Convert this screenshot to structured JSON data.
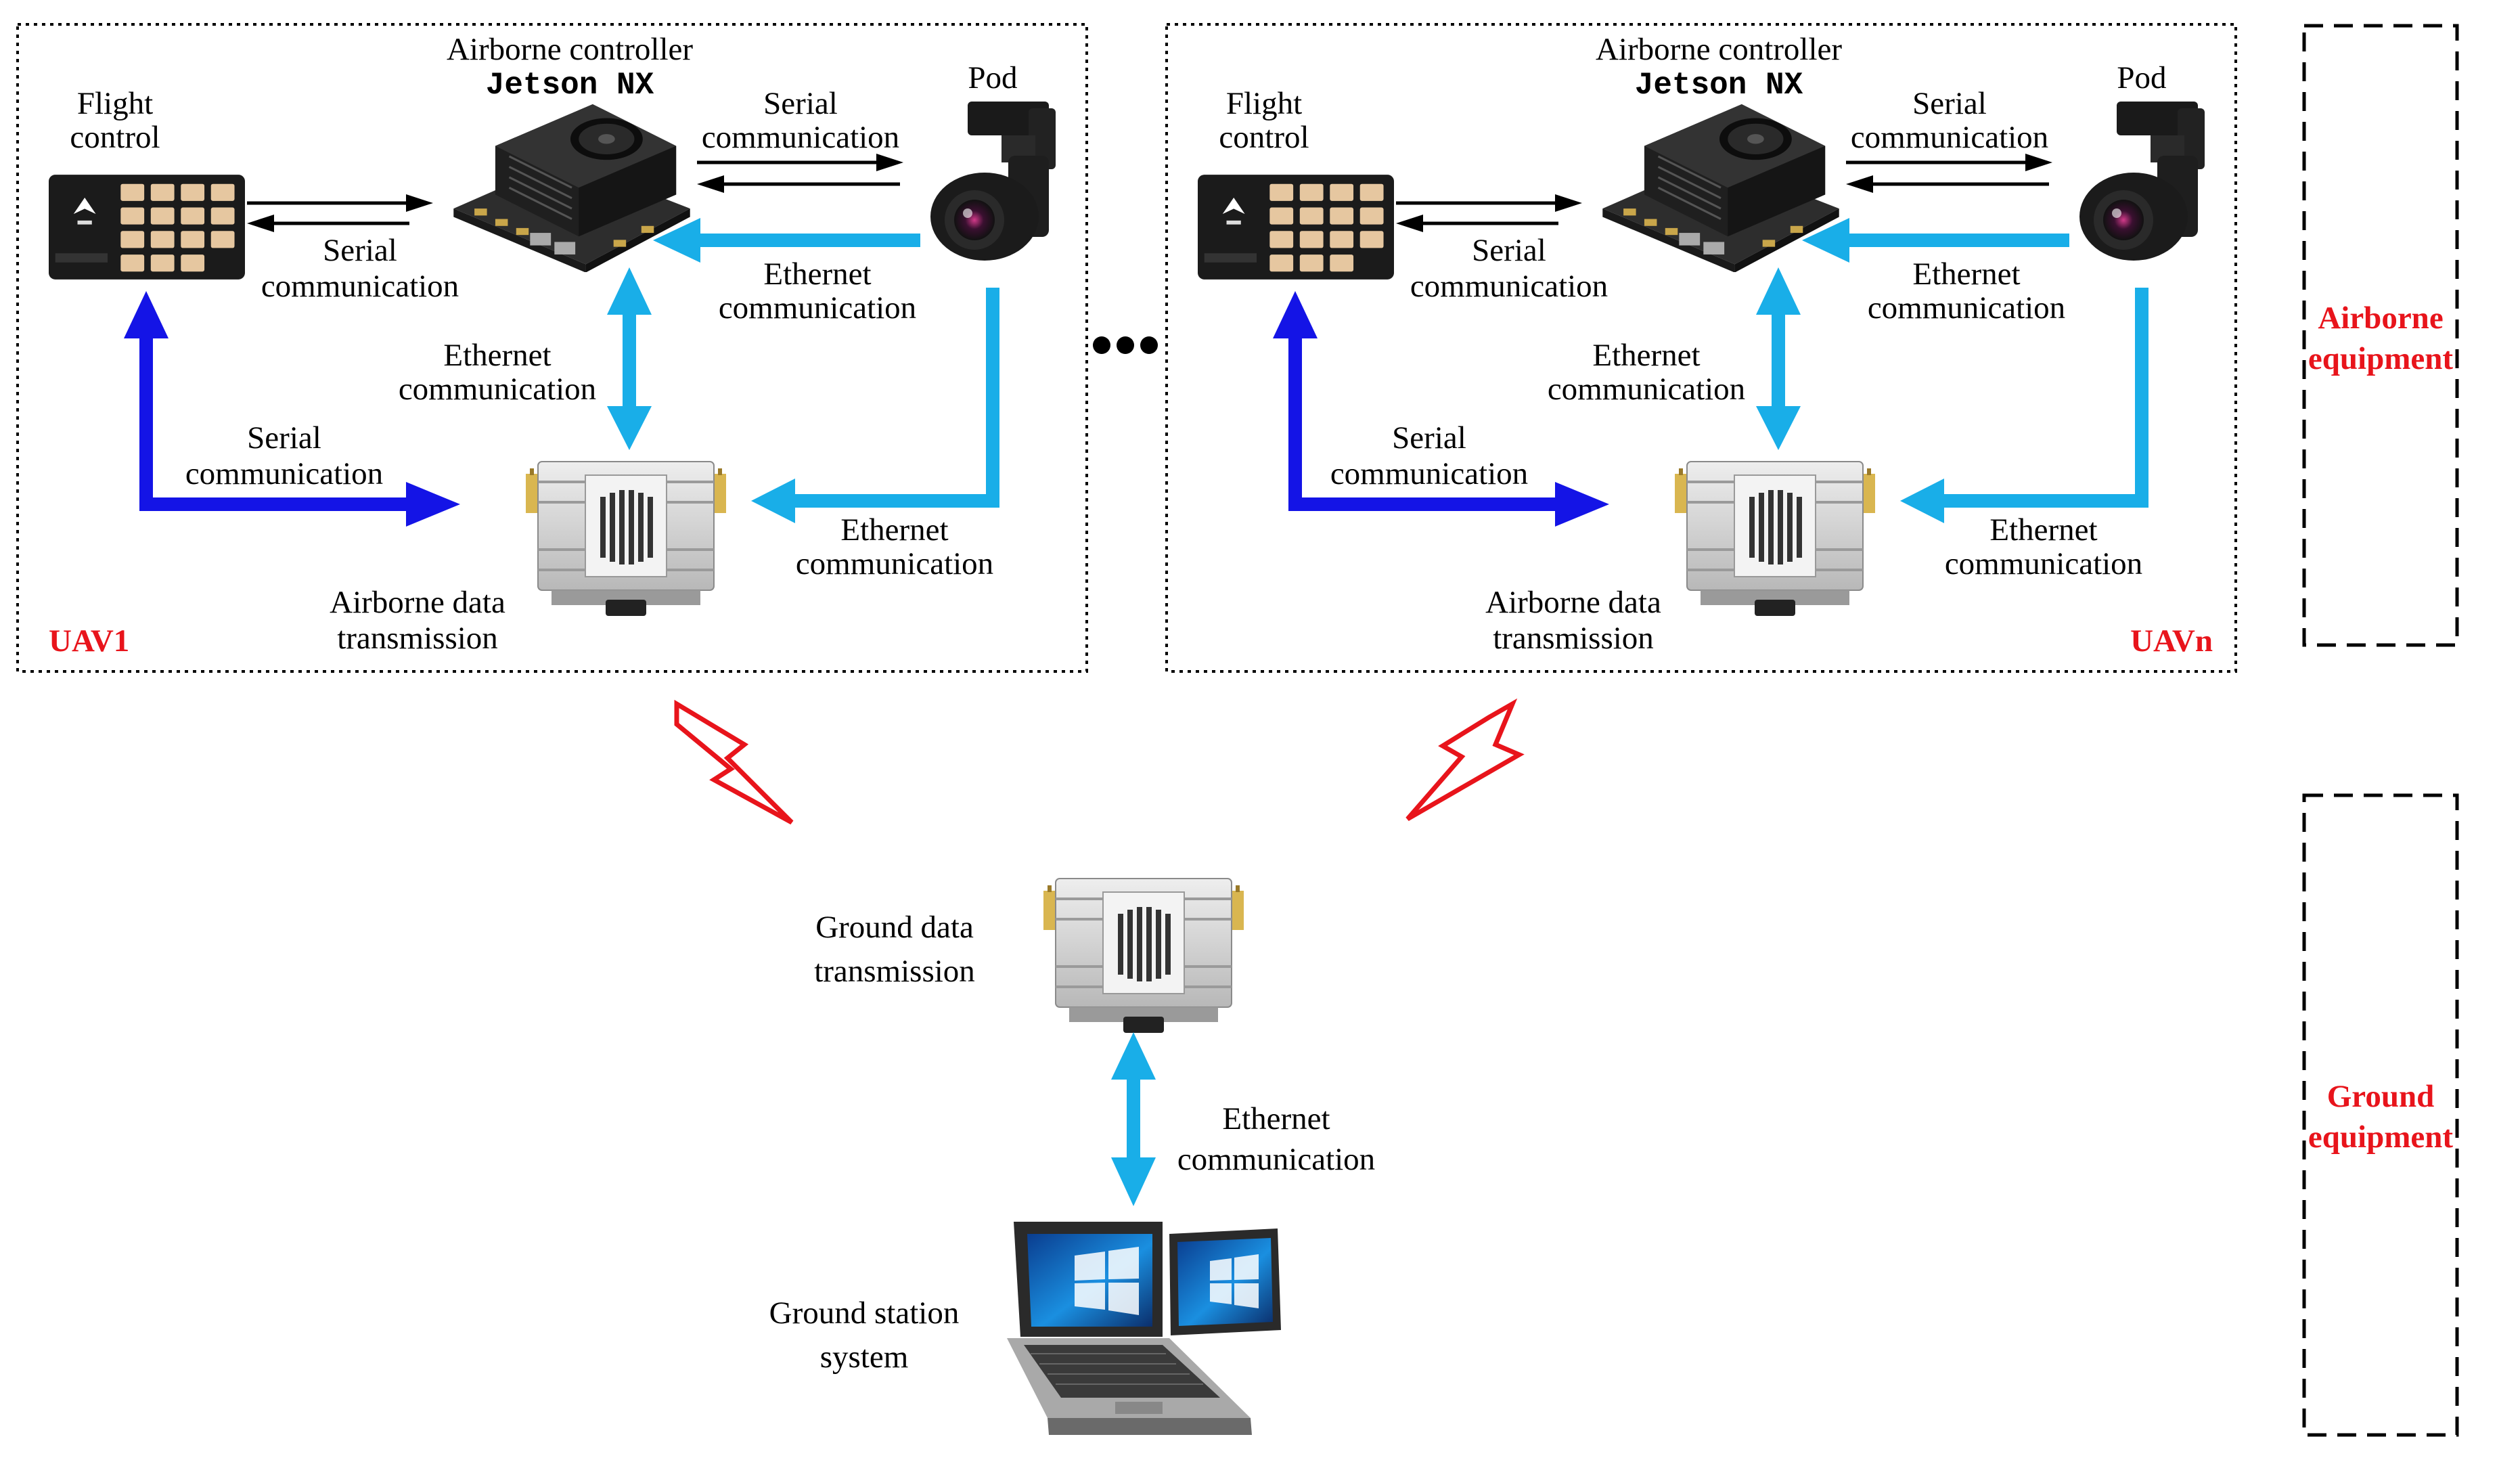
{
  "colors": {
    "serial_dark_blue": "#1414e6",
    "ethernet_light_blue": "#19aee8",
    "label_red": "#e8141b",
    "black_arrow": "#000000",
    "box_border": "#000000"
  },
  "uav1": {
    "name": "UAV1",
    "flight_control": [
      "Flight",
      "control"
    ],
    "controller_title": "Airborne controller",
    "controller_model": "Jetson NX",
    "pod": "Pod",
    "serial_pod": [
      "Serial",
      "communication"
    ],
    "serial_fc": [
      "Serial",
      "communication"
    ],
    "ethernet_pod": [
      "Ethernet",
      "communication"
    ],
    "ethernet_ctrl": [
      "Ethernet",
      "communication"
    ],
    "serial_radio": [
      "Serial",
      "communication"
    ],
    "ethernet_radio": [
      "Ethernet",
      "communication"
    ],
    "radio": [
      "Airborne data",
      "transmission"
    ]
  },
  "uavn": {
    "name": "UAVn",
    "flight_control": [
      "Flight",
      "control"
    ],
    "controller_title": "Airborne controller",
    "controller_model": "Jetson NX",
    "pod": "Pod",
    "serial_pod": [
      "Serial",
      "communication"
    ],
    "serial_fc": [
      "Serial",
      "communication"
    ],
    "ethernet_pod": [
      "Ethernet",
      "communication"
    ],
    "ethernet_ctrl": [
      "Ethernet",
      "communication"
    ],
    "serial_radio": [
      "Serial",
      "communication"
    ],
    "ethernet_radio": [
      "Ethernet",
      "communication"
    ],
    "radio": [
      "Airborne data",
      "transmission"
    ]
  },
  "ground": {
    "radio": [
      "Ground data",
      "transmission"
    ],
    "ethernet": [
      "Ethernet",
      "communication"
    ],
    "station": [
      "Ground station",
      "system"
    ]
  },
  "legend": {
    "airborne": [
      "Airborne",
      "equipment"
    ],
    "ground": [
      "Ground",
      "equipment"
    ]
  }
}
